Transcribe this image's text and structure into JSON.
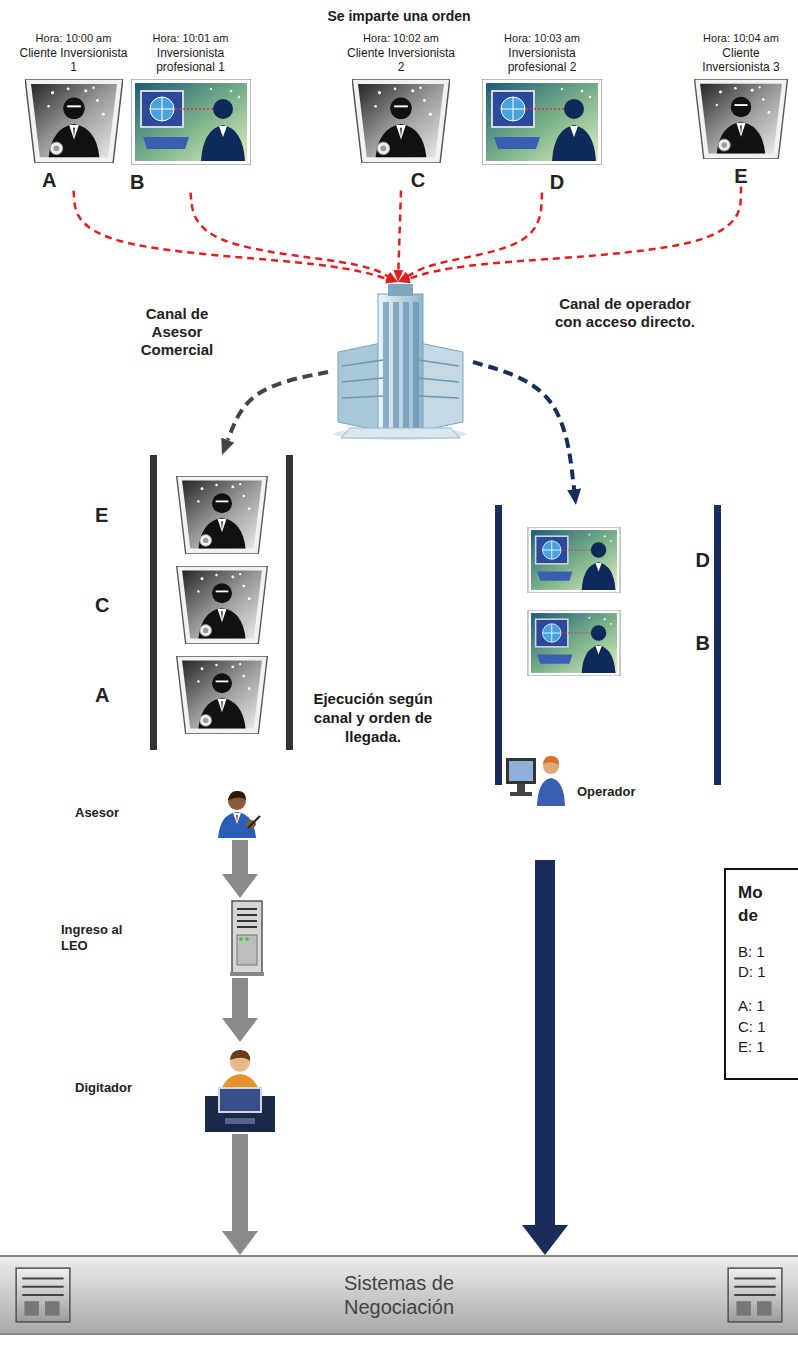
{
  "diagram": {
    "title": "Se imparte una orden",
    "nodes": [
      {
        "text": [
          "Hora: 10:00 am",
          "Cliente Inversionista 1",
          "A"
        ]
      },
      {
        "text": [
          "Hora: 10:01 am",
          "Inversionista profesional 1",
          "B"
        ]
      },
      {
        "text": [
          "Hora: 10:02 am",
          "Cliente Inversionista 2",
          "C"
        ]
      },
      {
        "text": [
          "Hora: 10:03 am",
          "Inversionista profesional 2",
          "D"
        ]
      },
      {
        "text": [
          "Hora: 10:04 am",
          "Cliente Inversionista 3",
          "E"
        ]
      },
      {
        "text": []
      },
      {
        "text": [
          "Canal de Asesor Comercial"
        ]
      },
      {
        "text": [
          "E"
        ],
        "in": 6
      },
      {
        "text": [
          "C"
        ],
        "in": 6
      },
      {
        "text": [
          "A"
        ],
        "in": 6
      },
      {
        "text": [
          "Canal de operador con acceso directo."
        ]
      },
      {
        "text": [
          "D"
        ],
        "in": 10
      },
      {
        "text": [
          "B"
        ],
        "in": 10
      },
      {
        "text": [
          "Asesor"
        ]
      },
      {
        "text": [
          "Ingreso al LEO"
        ]
      },
      {
        "text": [
          "Digitador"
        ]
      },
      {
        "text": [
          "Operador"
        ]
      },
      {
        "text": [
          "Sistemas de Negociación"
        ]
      },
      {
        "text": [
          "Mo de",
          "B: 1",
          "D: 1",
          "A: 1",
          "C: 1",
          "E: 1"
        ]
      }
    ],
    "edges": [
      {
        "from": 0,
        "to": 5,
        "arrow": "to"
      },
      {
        "from": 1,
        "to": 5,
        "arrow": "to"
      },
      {
        "from": 2,
        "to": 5,
        "arrow": "to"
      },
      {
        "from": 3,
        "to": 5,
        "arrow": "to"
      },
      {
        "from": 4,
        "to": 5,
        "arrow": "to"
      },
      {
        "from": 5,
        "to": 6,
        "arrow": "to"
      },
      {
        "from": 5,
        "to": 10,
        "arrow": "to"
      },
      {
        "from": 13,
        "to": 14,
        "arrow": "to"
      },
      {
        "from": 14,
        "to": 15,
        "arrow": "to"
      },
      {
        "from": 15,
        "to": 17,
        "arrow": "to"
      },
      {
        "from": 16,
        "to": 17,
        "arrow": "to"
      }
    ],
    "labels": [
      "Ejecución según canal y orden de llegada."
    ]
  }
}
